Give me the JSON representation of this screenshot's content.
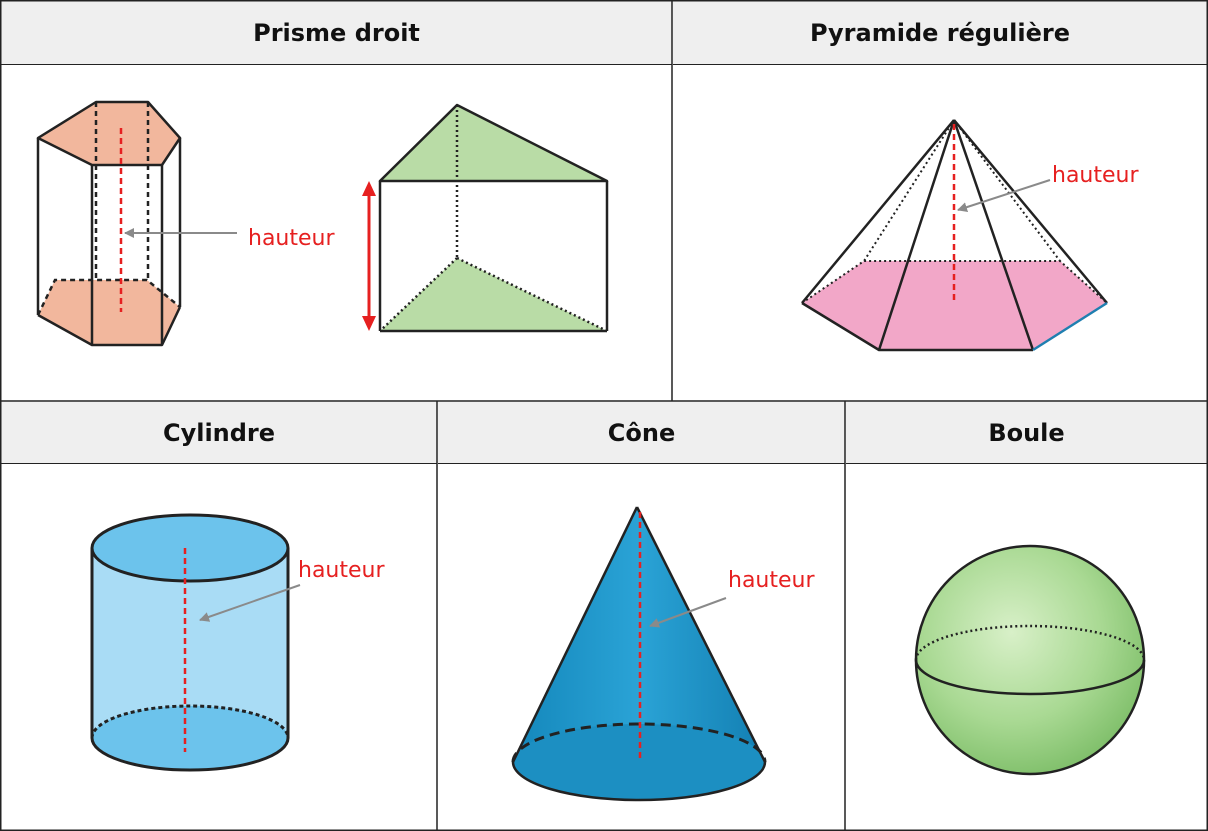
{
  "headers": {
    "prism": "Prisme droit",
    "pyramid": "Pyramide régulière",
    "cylinder": "Cylindre",
    "cone": "Cône",
    "sphere": "Boule"
  },
  "labels": {
    "prism_height": "hauteur",
    "pyramid_height": "hauteur",
    "cylinder_height": "hauteur",
    "cone_height": "hauteur"
  },
  "colors": {
    "header_bg": "#efefef",
    "border": "#222222",
    "height_line": "#e62020",
    "arrow": "#8a8a8a",
    "hexagonal_prism_fill": "#f2b79d",
    "triangular_prism_fill": "#b9dca6",
    "pyramid_base_fill": "#f2a7c8",
    "cylinder_fill": "#8fd0f0",
    "cone_fill": "#1e97c9",
    "sphere_fill": "#a9d993"
  }
}
